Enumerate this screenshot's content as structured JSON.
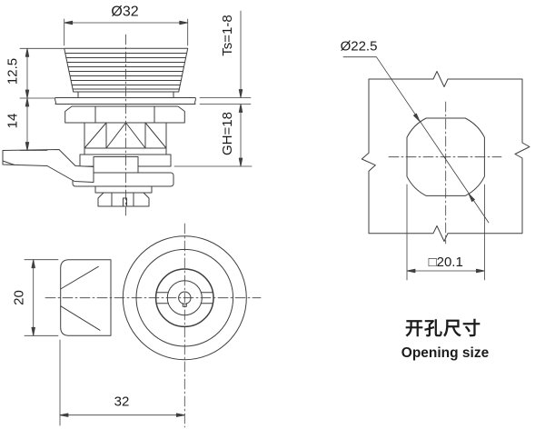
{
  "drawing": {
    "colors": {
      "line": "#3f3f3f",
      "text": "#1c1c1c",
      "background": "#ffffff"
    },
    "side_view": {
      "dim_knob_diameter": "Ø32",
      "dim_knob_height": "12.5",
      "dim_body_height": "14",
      "dim_panel_thickness": "Ts=1-8",
      "dim_grip_height": "GH=18"
    },
    "top_view": {
      "dim_body_width": "20",
      "dim_overall_length": "32"
    },
    "opening_view": {
      "dim_hole_diameter": "Ø22.5",
      "dim_square_size": "□20.1",
      "caption_zh": "开孔尺寸",
      "caption_en": "Opening size"
    }
  }
}
